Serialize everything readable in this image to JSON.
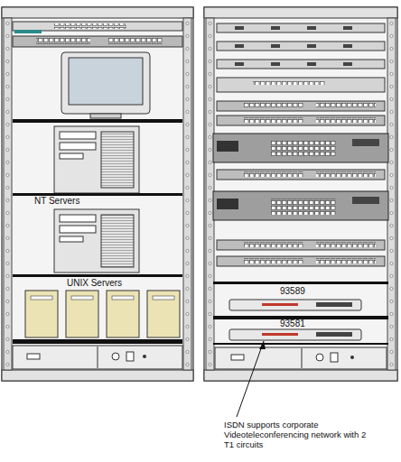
{
  "diagram": {
    "labels": [
      "NT Servers",
      "UNIX Servers",
      "93589",
      "93581",
      "ISDN supports corporate Videoteleconferencing network with 2 T1 circuits"
    ]
  }
}
